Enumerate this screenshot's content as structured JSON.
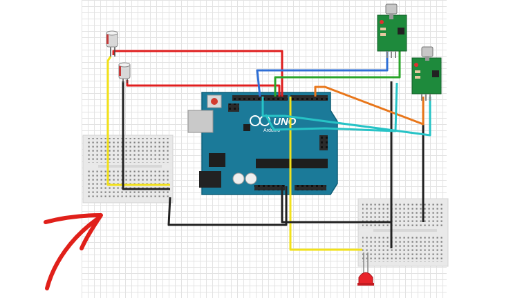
{
  "diagram": {
    "board": {
      "logo_text": "UNO",
      "brand_text": "Arduino",
      "color": "#1b7a99",
      "header_color": "#2b2b2b"
    },
    "colors": {
      "wire_red": "#e01e1e",
      "wire_yellow": "#f2e11a",
      "wire_black": "#222222",
      "wire_blue": "#2f6fd6",
      "wire_green": "#2aa52a",
      "wire_orange": "#e8761a",
      "wire_cyan": "#27c3c6",
      "sensor_pcb": "#1e8a3c",
      "arrow": "#e0201a",
      "led": "#e8232a",
      "breadboard": "#e9e9e9"
    },
    "components": [
      {
        "name": "capacitor-1"
      },
      {
        "name": "capacitor-2"
      },
      {
        "name": "sensor-module-1"
      },
      {
        "name": "sensor-module-2"
      },
      {
        "name": "breadboard-left"
      },
      {
        "name": "breadboard-right"
      },
      {
        "name": "led-red"
      }
    ]
  }
}
